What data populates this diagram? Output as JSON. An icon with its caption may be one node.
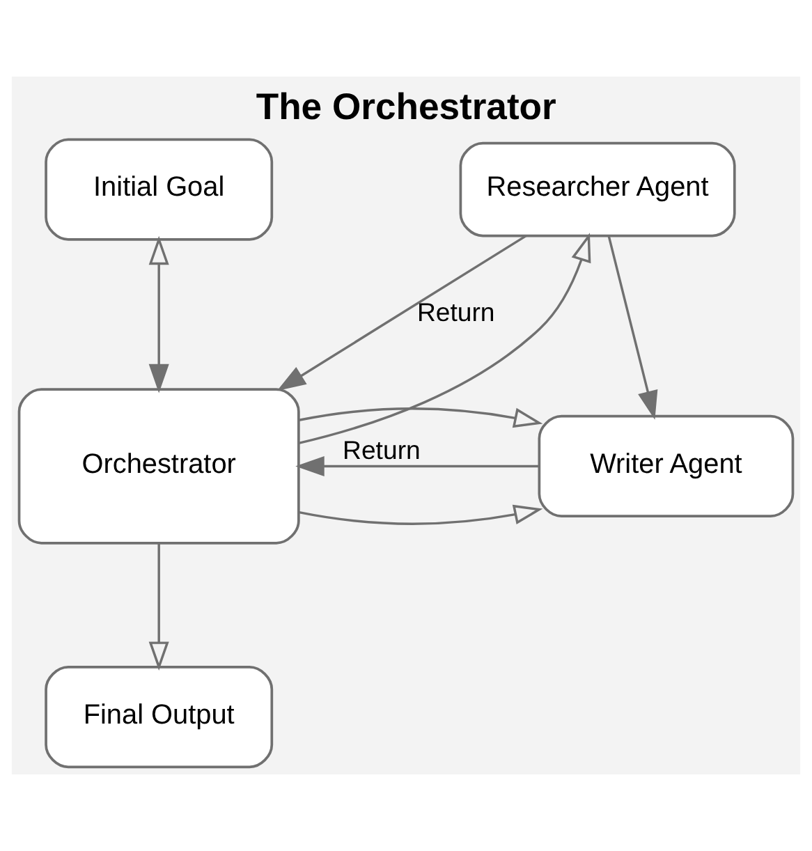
{
  "diagram": {
    "title": "The Orchestrator",
    "nodes": [
      {
        "text": [
          "Initial Goal"
        ]
      },
      {
        "text": [
          "Researcher Agent"
        ]
      },
      {
        "text": [
          "Orchestrator"
        ]
      },
      {
        "text": [
          "Writer Agent"
        ]
      },
      {
        "text": [
          "Final Output"
        ]
      }
    ],
    "edges": [
      {
        "from": 0,
        "to": 2,
        "arrow": "both"
      },
      {
        "from": 2,
        "to": 1,
        "arrow": "to"
      },
      {
        "from": 1,
        "to": 2,
        "arrow": "to",
        "label": "Return"
      },
      {
        "from": 1,
        "to": 3,
        "arrow": "to"
      },
      {
        "from": 2,
        "to": 3,
        "arrow": "to"
      },
      {
        "from": 3,
        "to": 2,
        "arrow": "to",
        "label": "Return"
      },
      {
        "from": 2,
        "to": 4,
        "arrow": "to"
      },
      {
        "from": 2,
        "to": 3,
        "arrow": "to"
      }
    ]
  }
}
